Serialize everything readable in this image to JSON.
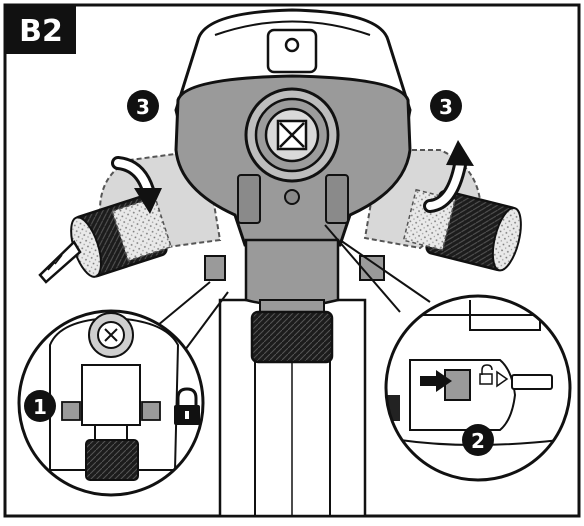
{
  "figure": {
    "badge": "B2",
    "steps": {
      "one": "1",
      "two": "2",
      "three_left": "3",
      "three_right": "3"
    },
    "icons": {
      "lock": "lock-icon",
      "unlock": "unlock-icon",
      "push_arrow": "arrow-right-icon",
      "rotate_left": "curved-arrow-down-icon",
      "rotate_right": "curved-arrow-up-icon"
    },
    "colors": {
      "line": "#111111",
      "tool_gray": "#9a9a9a",
      "dark_gray": "#2a2a2a",
      "light_gray": "#d6d6d6",
      "background": "#ffffff"
    }
  }
}
